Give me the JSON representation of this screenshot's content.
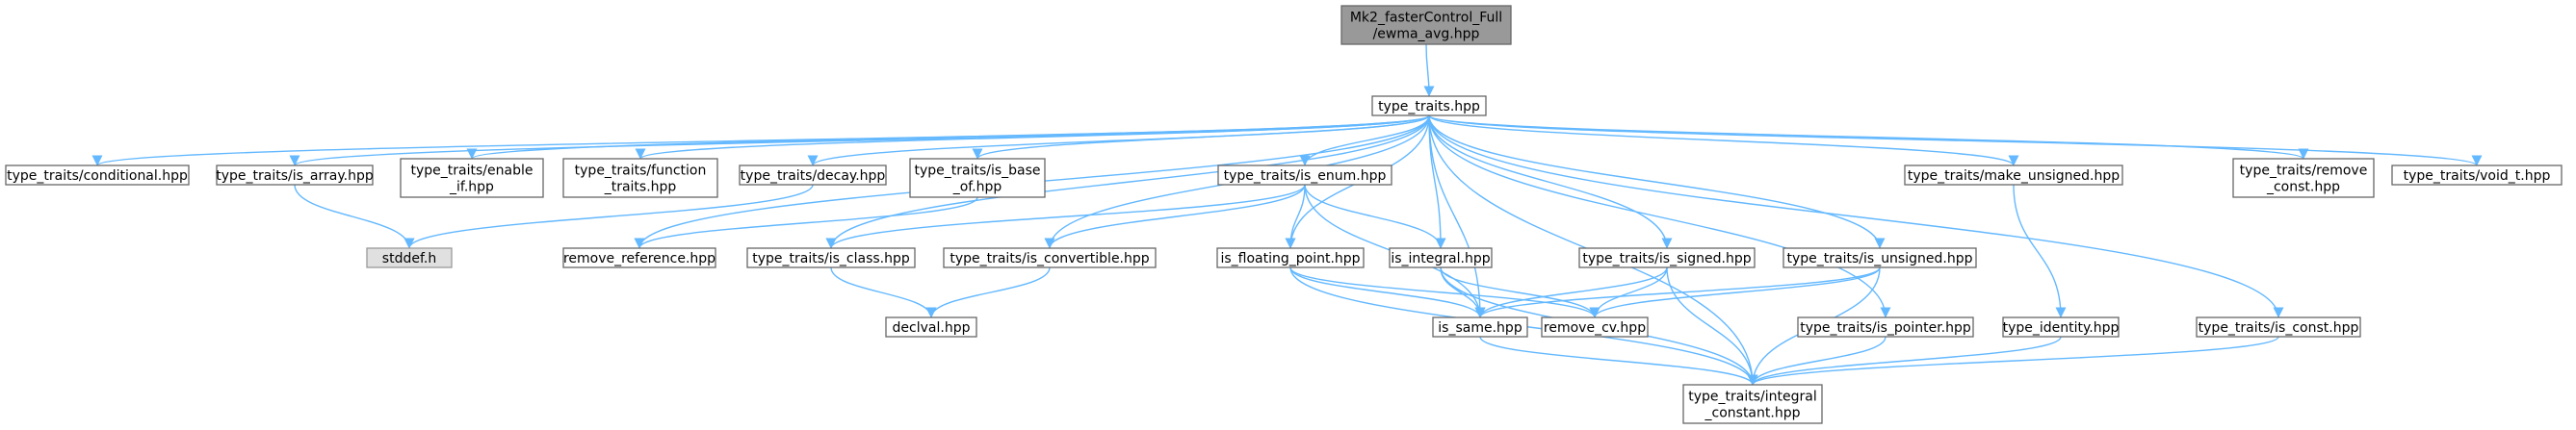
{
  "colors": {
    "edge": "#63b8ff",
    "root_fill": "#999999",
    "node_fill": "#ffffff",
    "missing_fill": "#e0e0e0",
    "border": "#666666"
  },
  "nodes": {
    "root": {
      "lines": [
        "Mk2_fasterControl_Full",
        "/ewma_avg.hpp"
      ],
      "style": "root"
    },
    "type_traits": {
      "lines": [
        "type_traits.hpp"
      ]
    },
    "conditional": {
      "lines": [
        "type_traits/conditional.hpp"
      ]
    },
    "is_array": {
      "lines": [
        "type_traits/is_array.hpp"
      ]
    },
    "enable_if": {
      "lines": [
        "type_traits/enable",
        "_if.hpp"
      ]
    },
    "function_traits": {
      "lines": [
        "type_traits/function",
        "_traits.hpp"
      ]
    },
    "decay": {
      "lines": [
        "type_traits/decay.hpp"
      ]
    },
    "is_base_of": {
      "lines": [
        "type_traits/is_base",
        "_of.hpp"
      ]
    },
    "is_enum": {
      "lines": [
        "type_traits/is_enum.hpp"
      ]
    },
    "make_unsigned": {
      "lines": [
        "type_traits/make_unsigned.hpp"
      ]
    },
    "remove_const": {
      "lines": [
        "type_traits/remove",
        "_const.hpp"
      ]
    },
    "void_t": {
      "lines": [
        "type_traits/void_t.hpp"
      ]
    },
    "stddef": {
      "lines": [
        "stddef.h"
      ],
      "style": "gray"
    },
    "remove_reference": {
      "lines": [
        "remove_reference.hpp"
      ]
    },
    "is_class": {
      "lines": [
        "type_traits/is_class.hpp"
      ]
    },
    "is_convertible": {
      "lines": [
        "type_traits/is_convertible.hpp"
      ]
    },
    "is_floating_point": {
      "lines": [
        "is_floating_point.hpp"
      ]
    },
    "is_integral": {
      "lines": [
        "is_integral.hpp"
      ]
    },
    "is_signed": {
      "lines": [
        "type_traits/is_signed.hpp"
      ]
    },
    "is_unsigned": {
      "lines": [
        "type_traits/is_unsigned.hpp"
      ]
    },
    "declval": {
      "lines": [
        "declval.hpp"
      ]
    },
    "is_same": {
      "lines": [
        "is_same.hpp"
      ]
    },
    "remove_cv": {
      "lines": [
        "remove_cv.hpp"
      ]
    },
    "is_pointer": {
      "lines": [
        "type_traits/is_pointer.hpp"
      ]
    },
    "type_identity": {
      "lines": [
        "type_identity.hpp"
      ]
    },
    "is_const": {
      "lines": [
        "type_traits/is_const.hpp"
      ]
    },
    "integral_constant": {
      "lines": [
        "type_traits/integral",
        "_constant.hpp"
      ]
    }
  },
  "edges": [
    [
      "root",
      "type_traits"
    ],
    [
      "type_traits",
      "conditional"
    ],
    [
      "type_traits",
      "is_array"
    ],
    [
      "type_traits",
      "enable_if"
    ],
    [
      "type_traits",
      "function_traits"
    ],
    [
      "type_traits",
      "decay"
    ],
    [
      "type_traits",
      "is_base_of"
    ],
    [
      "type_traits",
      "is_enum"
    ],
    [
      "type_traits",
      "make_unsigned"
    ],
    [
      "type_traits",
      "remove_const"
    ],
    [
      "type_traits",
      "void_t"
    ],
    [
      "type_traits",
      "remove_reference"
    ],
    [
      "type_traits",
      "is_class"
    ],
    [
      "type_traits",
      "is_convertible"
    ],
    [
      "type_traits",
      "is_floating_point"
    ],
    [
      "type_traits",
      "is_integral"
    ],
    [
      "type_traits",
      "is_same"
    ],
    [
      "type_traits",
      "is_signed"
    ],
    [
      "type_traits",
      "is_unsigned"
    ],
    [
      "type_traits",
      "is_pointer"
    ],
    [
      "type_traits",
      "is_const"
    ],
    [
      "type_traits",
      "integral_constant"
    ],
    [
      "is_array",
      "stddef"
    ],
    [
      "decay",
      "stddef"
    ],
    [
      "is_base_of",
      "remove_reference"
    ],
    [
      "is_enum",
      "is_class"
    ],
    [
      "is_enum",
      "is_convertible"
    ],
    [
      "is_enum",
      "is_floating_point"
    ],
    [
      "is_enum",
      "is_integral"
    ],
    [
      "is_enum",
      "is_same"
    ],
    [
      "is_class",
      "declval"
    ],
    [
      "is_convertible",
      "declval"
    ],
    [
      "is_floating_point",
      "is_same"
    ],
    [
      "is_floating_point",
      "remove_cv"
    ],
    [
      "is_floating_point",
      "integral_constant"
    ],
    [
      "is_integral",
      "is_same"
    ],
    [
      "is_integral",
      "remove_cv"
    ],
    [
      "is_integral",
      "integral_constant"
    ],
    [
      "is_signed",
      "is_same"
    ],
    [
      "is_signed",
      "remove_cv"
    ],
    [
      "is_signed",
      "integral_constant"
    ],
    [
      "is_unsigned",
      "is_same"
    ],
    [
      "is_unsigned",
      "remove_cv"
    ],
    [
      "is_unsigned",
      "integral_constant"
    ],
    [
      "make_unsigned",
      "type_identity"
    ],
    [
      "is_same",
      "integral_constant"
    ],
    [
      "is_pointer",
      "integral_constant"
    ],
    [
      "type_identity",
      "integral_constant"
    ],
    [
      "is_const",
      "integral_constant"
    ]
  ]
}
